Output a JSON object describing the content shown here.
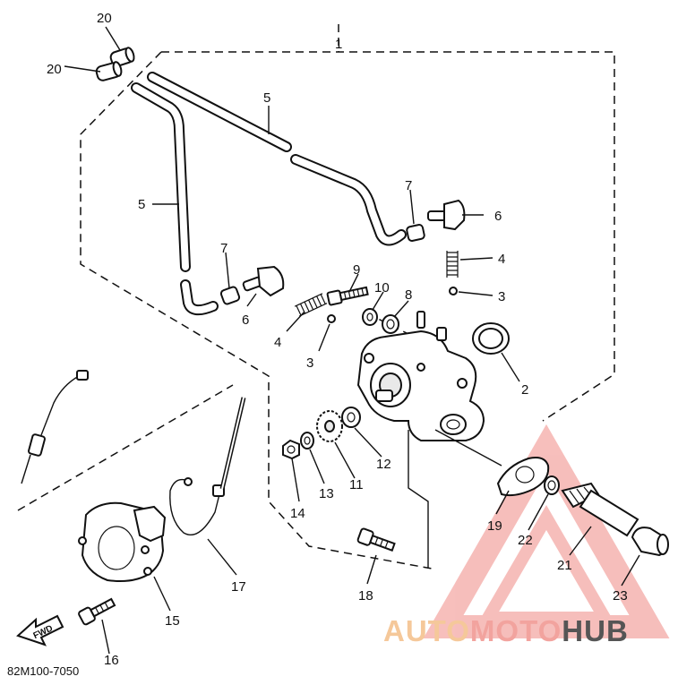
{
  "diagram": {
    "callouts": {
      "c1": "1",
      "c2": "2",
      "c3a": "3",
      "c3b": "3",
      "c4a": "4",
      "c4b": "4",
      "c5a": "5",
      "c5b": "5",
      "c6a": "6",
      "c6b": "6",
      "c7a": "7",
      "c7b": "7",
      "c8": "8",
      "c9": "9",
      "c10": "10",
      "c11": "11",
      "c12": "12",
      "c13": "13",
      "c14": "14",
      "c15": "15",
      "c16": "16",
      "c17": "17",
      "c18": "18",
      "c19": "19",
      "c20a": "20",
      "c20b": "20",
      "c21": "21",
      "c22": "22",
      "c23": "23"
    },
    "fwd_label": "FWD",
    "drawing_code": "82M100-7050"
  },
  "watermark": {
    "part1": "AUTO",
    "part2": "MOTO",
    "part3": "HUB",
    "color1": "#f5c89a",
    "color2": "#f2a39e",
    "color3": "#555555",
    "triangle_color": "#f08a85"
  }
}
